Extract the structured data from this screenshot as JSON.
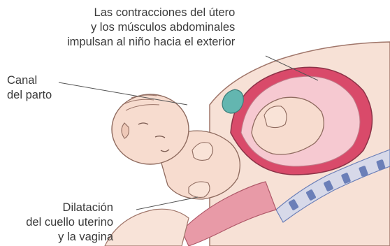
{
  "labels": {
    "contractions": [
      "Las contracciones del útero",
      "y los músculos abdominales",
      "impulsan al niño hacia el exterior"
    ],
    "birth_canal": [
      "Canal",
      "del parto"
    ],
    "dilation": [
      "Dilatación",
      "del cuello uterino",
      "y la vagina"
    ]
  },
  "colors": {
    "skin": "#f6dccd",
    "skin_shadow": "#e7b9a3",
    "uterus_wall": "#d94a6a",
    "uterus_inner": "#f3b7c3",
    "belly": "#f8e3d8",
    "spine": "#6b7fb8",
    "bladder": "#63b6b0",
    "leader_line": "#555555"
  }
}
